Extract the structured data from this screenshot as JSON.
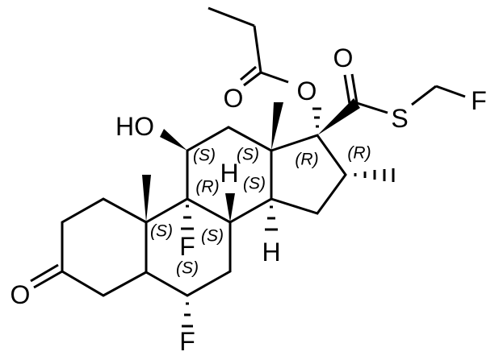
{
  "atoms": {
    "ketone_o": "O",
    "hydroxyl": "HO",
    "f_c9": "F",
    "f_c6": "F",
    "h_c8": "H",
    "h_c14": "H",
    "ester_o": "O",
    "ester_carbonyl_o": "O",
    "thio_carbonyl_o": "O",
    "sulfur": "S",
    "f_terminal": "F"
  },
  "stereo": {
    "c11": "(S)",
    "c13": "(S)",
    "c9_r": "(R)",
    "c14": "(S)",
    "c10": "(S)",
    "c8": "(S)",
    "c6": "(S)",
    "c17": "(R)",
    "c16": "(R)"
  },
  "colors": {
    "ink": "#000000",
    "background": "#ffffff"
  }
}
